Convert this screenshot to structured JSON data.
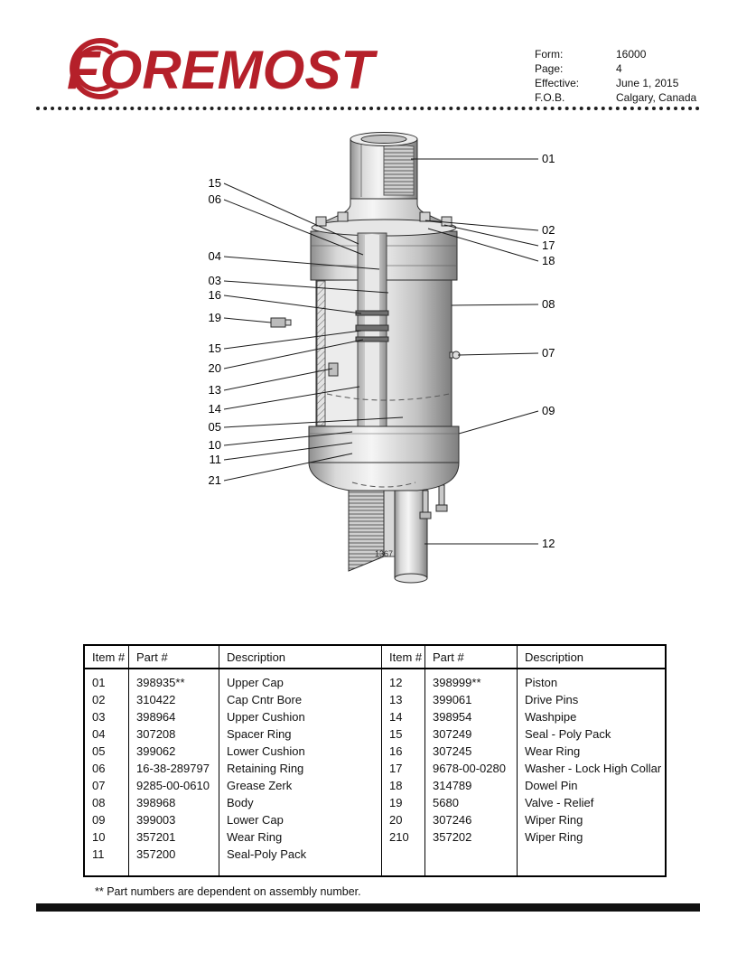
{
  "header": {
    "logo": "FOREMOST",
    "meta": [
      {
        "label": "Form:",
        "value": "16000"
      },
      {
        "label": "Page:",
        "value": "4"
      },
      {
        "label": "Effective:",
        "value": "June 1, 2015"
      },
      {
        "label": "F.O.B.",
        "value": "Calgary, Canada"
      }
    ]
  },
  "diagram": {
    "note": "1367",
    "callouts_left": [
      "15",
      "06",
      "04",
      "03",
      "16",
      "19",
      "15",
      "20",
      "13",
      "14",
      "05",
      "10",
      "11",
      "21"
    ],
    "callouts_right": [
      "01",
      "02",
      "17",
      "18",
      "08",
      "07",
      "09",
      "12"
    ]
  },
  "table": {
    "headers": [
      "Item #",
      "Part #",
      "Description"
    ],
    "left_rows": [
      {
        "item": "01",
        "part": "398935**",
        "desc": "Upper Cap"
      },
      {
        "item": "02",
        "part": "310422",
        "desc": "Cap Cntr Bore"
      },
      {
        "item": "03",
        "part": "398964",
        "desc": "Upper Cushion"
      },
      {
        "item": "04",
        "part": "307208",
        "desc": "Spacer Ring"
      },
      {
        "item": "05",
        "part": "399062",
        "desc": "Lower Cushion"
      },
      {
        "item": "06",
        "part": "16-38-289797",
        "desc": "Retaining Ring"
      },
      {
        "item": "07",
        "part": "9285-00-0610",
        "desc": "Grease Zerk"
      },
      {
        "item": "08",
        "part": "398968",
        "desc": "Body"
      },
      {
        "item": "09",
        "part": "399003",
        "desc": "Lower Cap"
      },
      {
        "item": "10",
        "part": "357201",
        "desc": "Wear Ring"
      },
      {
        "item": "11",
        "part": "357200",
        "desc": "Seal-Poly Pack"
      }
    ],
    "right_rows": [
      {
        "item": "12",
        "part": "398999**",
        "desc": "Piston"
      },
      {
        "item": "13",
        "part": "399061",
        "desc": "Drive Pins"
      },
      {
        "item": "14",
        "part": "398954",
        "desc": "Washpipe"
      },
      {
        "item": "15",
        "part": "307249",
        "desc": "Seal - Poly Pack"
      },
      {
        "item": "16",
        "part": "307245",
        "desc": "Wear Ring"
      },
      {
        "item": "17",
        "part": "9678-00-0280",
        "desc": "Washer - Lock High Collar"
      },
      {
        "item": "18",
        "part": "314789",
        "desc": "Dowel Pin"
      },
      {
        "item": "19",
        "part": "5680",
        "desc": "Valve - Relief"
      },
      {
        "item": "20",
        "part": "307246",
        "desc": "Wiper Ring"
      },
      {
        "item": "210",
        "part": "357202",
        "desc": "Wiper Ring"
      }
    ]
  },
  "footnote": "** Part numbers are dependent on assembly number.",
  "colors": {
    "logo_red": "#b5202a"
  }
}
